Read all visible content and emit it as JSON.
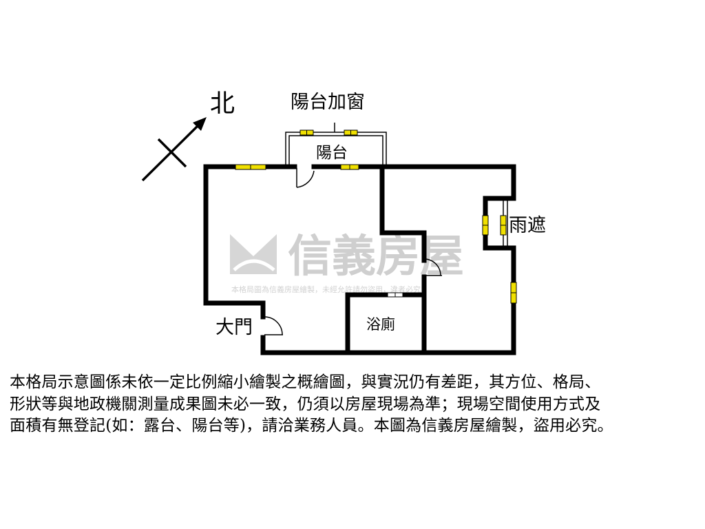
{
  "compass": {
    "label": "北"
  },
  "rooms": {
    "balcony_window_label": "陽台加窗",
    "balcony_label": "陽台",
    "awning_label": "雨遮",
    "main_door_label": "大門",
    "bathroom_label": "浴廁"
  },
  "watermark": {
    "logo_text": "信義房屋",
    "notice": "本格局圖為信義房屋繪製，未經允許請勿盜用，違者必究"
  },
  "disclaimer": {
    "line1": "本格局示意圖係未依一定比例縮小繪製之概繪圖，與實況仍有差距，其方位、格局、",
    "line2": "形狀等與地政機關測量成果圖未必一致，仍須以房屋現場為準；現場空間使用方式及",
    "line3": "面積有無登記(如：露台、陽台等)，請洽業務人員。本圖為信義房屋繪製，盜用必究。"
  },
  "colors": {
    "window_fill": "#f0e000",
    "wall": "#000000",
    "watermark": "#cfcfcf"
  }
}
